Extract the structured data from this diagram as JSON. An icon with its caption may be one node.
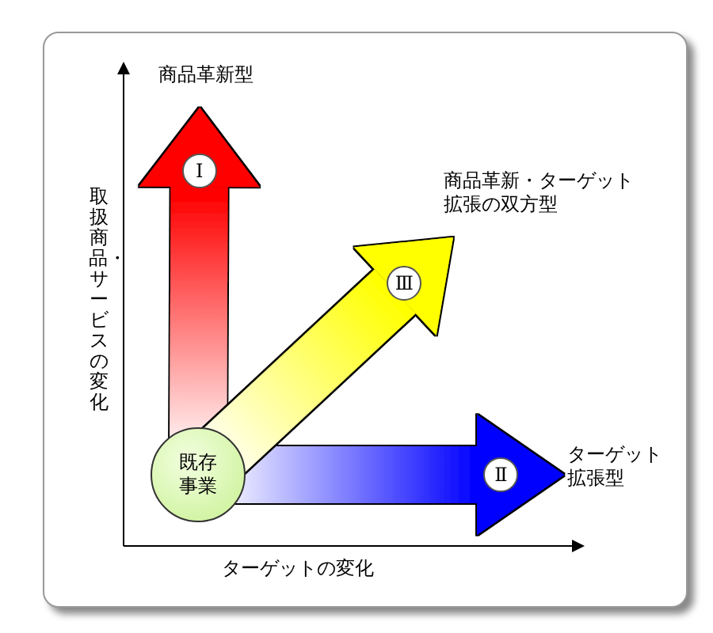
{
  "diagram": {
    "nodes": [
      {
        "text": [
          "既存事業"
        ]
      },
      {
        "text": [
          "商品革新型"
        ]
      },
      {
        "text": [
          "商品革新・ターゲット拡張の双方型"
        ]
      },
      {
        "text": [
          "ターゲット拡張型"
        ]
      }
    ],
    "edges": [
      {
        "from": 0,
        "to": 1,
        "arrow": "to",
        "label": "Ⅰ",
        "style": "thick",
        "color": "#ff0000"
      },
      {
        "from": 0,
        "to": 3,
        "arrow": "to",
        "label": "Ⅱ",
        "style": "thick",
        "color": "#0000ff"
      },
      {
        "from": 0,
        "to": 2,
        "arrow": "to",
        "label": "Ⅲ",
        "style": "thick",
        "color": "#ffff00"
      }
    ],
    "labels": [
      "取扱商品・サービスの変化",
      "ターゲットの変化"
    ]
  }
}
